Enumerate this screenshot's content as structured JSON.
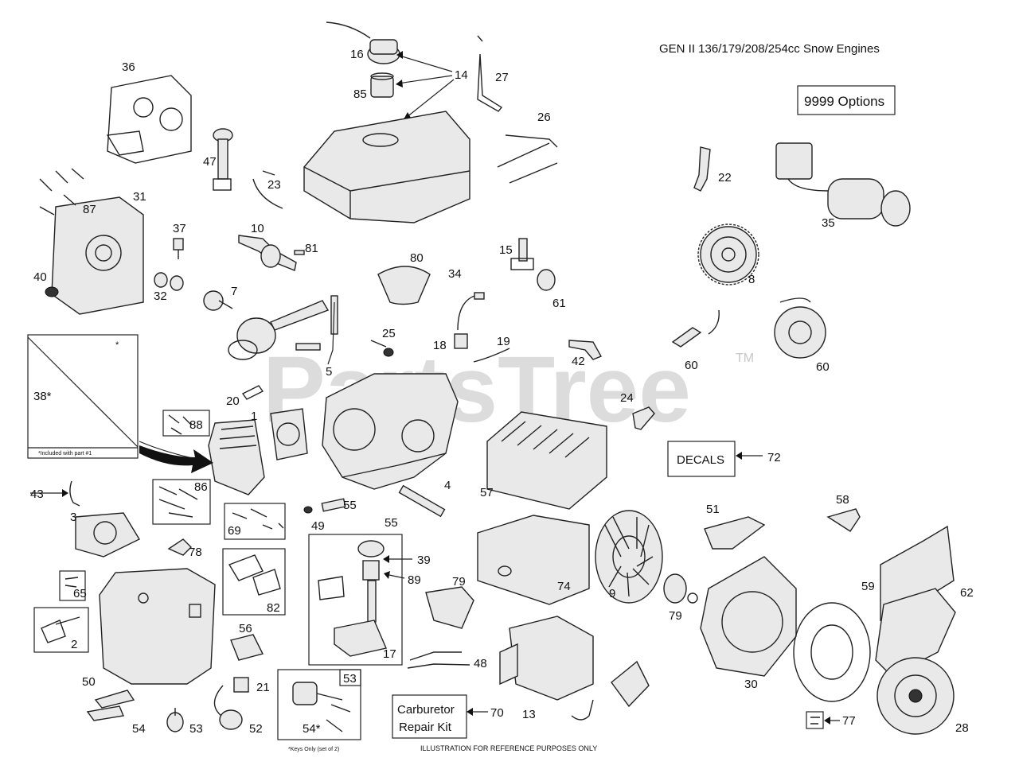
{
  "title": "GEN II 136/179/208/254cc Snow Engines",
  "options_box": "9999 Options",
  "decals_box": "DECALS",
  "carb_kit_box": [
    "Carburetor",
    "Repair Kit"
  ],
  "watermark": "PartsTree",
  "trademark": "TM",
  "footer_note": "ILLUSTRATION FOR REFERENCE PURPOSES ONLY",
  "keys_note": "*Keys Only (set of 2)",
  "included_note": "*Included with part #1",
  "callouts": {
    "c16": "16",
    "c14": "14",
    "c27": "27",
    "c85": "85",
    "c36": "36",
    "c26": "26",
    "c47": "47",
    "c23": "23",
    "c22": "22",
    "c35": "35",
    "c31": "31",
    "c87": "87",
    "c37": "37",
    "c10": "10",
    "c81": "81",
    "c80": "80",
    "c15": "15",
    "c8": "8",
    "c40": "40",
    "c32": "32",
    "c7": "7",
    "c34": "34",
    "c61": "61",
    "c25": "25",
    "c18": "18",
    "c19": "19",
    "c42": "42",
    "c60a": "60",
    "c60b": "60",
    "c5": "5",
    "c38": "38*",
    "c20": "20",
    "c24": "24",
    "c1": "1",
    "c88": "88",
    "c72": "72",
    "c4": "4",
    "c57": "57",
    "c43": "43",
    "c86": "86",
    "c3": "3",
    "c55a": "55",
    "c55b": "55",
    "c49": "49",
    "c69": "69",
    "c51": "51",
    "c58": "58",
    "c78": "78",
    "c39": "39",
    "c89": "89",
    "c79a": "79",
    "c74": "74",
    "c9": "9",
    "c79b": "79",
    "c59": "59",
    "c62": "62",
    "c65": "65",
    "c82": "82",
    "c2": "2",
    "c50": "50",
    "c56": "56",
    "c17": "17",
    "c48": "48",
    "c13": "13",
    "c30": "30",
    "c21": "21",
    "c53a": "53",
    "c70": "70",
    "c77": "77",
    "c28": "28",
    "c54a": "54",
    "c53b": "53",
    "c52": "52",
    "c54b": "54*"
  }
}
